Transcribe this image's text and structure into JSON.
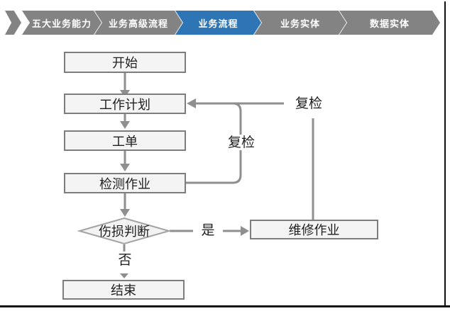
{
  "breadcrumb": {
    "items": [
      {
        "label": "五大业务能力",
        "active": false
      },
      {
        "label": "业务高级流程",
        "active": false
      },
      {
        "label": "业务流程",
        "active": true
      },
      {
        "label": "业务实体",
        "active": false
      },
      {
        "label": "数据实体",
        "active": false
      }
    ],
    "colors": {
      "inactive": "#838383",
      "active": "#2E75B6",
      "text": "#ffffff"
    }
  },
  "flowchart": {
    "nodes": [
      {
        "id": "start",
        "label": "开始",
        "shape": "rect"
      },
      {
        "id": "work-plan",
        "label": "工作计划",
        "shape": "rect"
      },
      {
        "id": "work-order",
        "label": "工单",
        "shape": "rect"
      },
      {
        "id": "inspection-job",
        "label": "检测作业",
        "shape": "rect"
      },
      {
        "id": "damage-decision",
        "label": "伤损判断",
        "shape": "diamond"
      },
      {
        "id": "repair-job",
        "label": "维修作业",
        "shape": "rect"
      },
      {
        "id": "end",
        "label": "结束",
        "shape": "rect"
      }
    ],
    "edge_labels": {
      "recheck_inner": "复检",
      "recheck_outer": "复检",
      "yes": "是",
      "no": "否"
    },
    "colors": {
      "node_fill": "#f4f4f4",
      "node_border": "#7d7d7d",
      "connector": "#8f8f8f",
      "text": "#1f1f1f"
    }
  }
}
